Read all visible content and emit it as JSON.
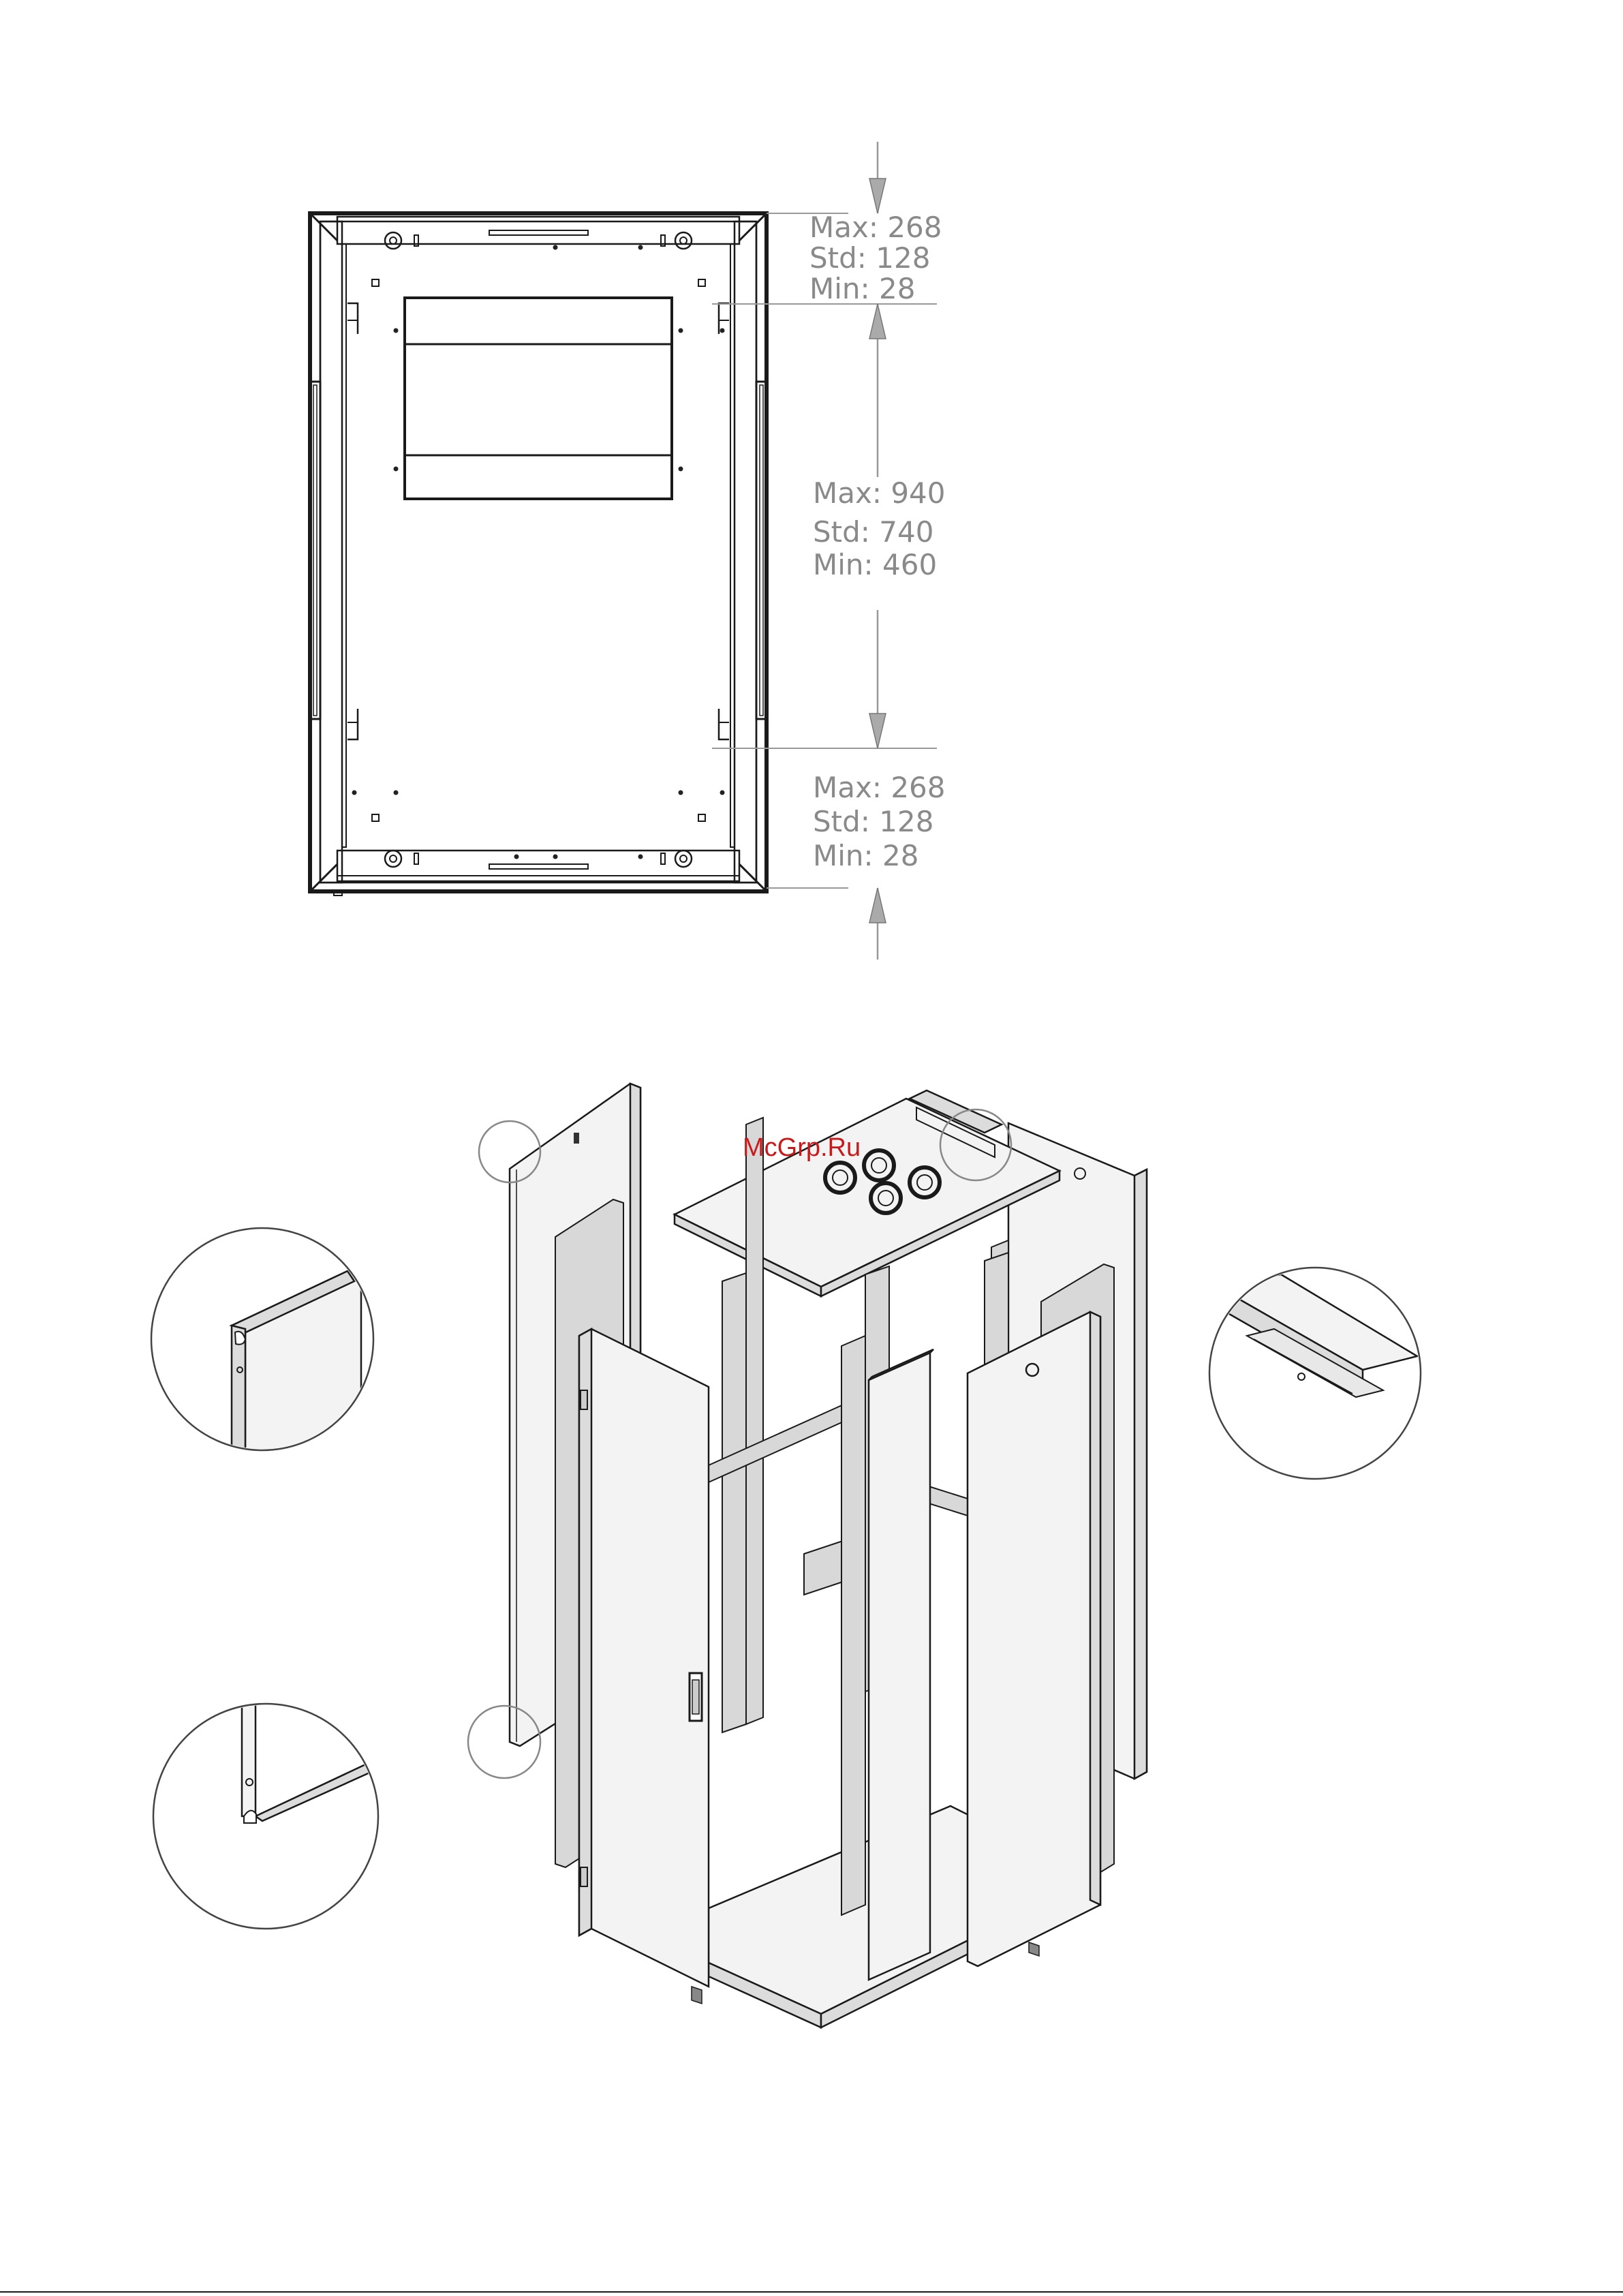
{
  "top_view": {
    "top_gap": {
      "max": "Max: 268",
      "std": "Std: 128",
      "min": "Min: 28"
    },
    "rail_spacing": {
      "max": "Max: 940",
      "std": "Std: 740",
      "min": "Min: 460"
    },
    "bottom_gap": {
      "max": "Max: 268",
      "std": "Std: 128",
      "min": "Min: 28"
    }
  },
  "watermark": "McGrp.Ru",
  "colors": {
    "line": "#1a1a1a",
    "dimension_text": "#8a8a8a",
    "watermark": "#c81a1a",
    "panel_fill": "#f3f3f3"
  }
}
